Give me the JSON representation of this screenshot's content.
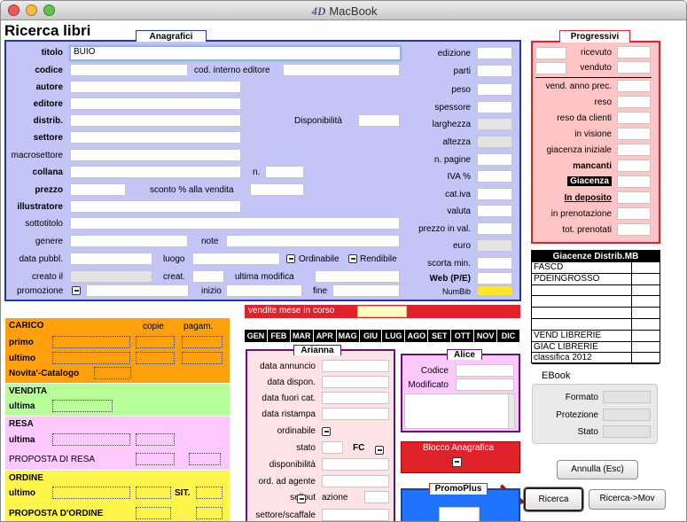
{
  "window": {
    "title": "MacBook",
    "logo": "4D"
  },
  "page": {
    "title": "Ricerca libri"
  },
  "anagrafici": {
    "title": "Anagrafici",
    "labels": {
      "titolo": "titolo",
      "codice": "codice",
      "cod_interno": "cod. interno editore",
      "autore": "autore",
      "editore": "editore",
      "distrib": "distrib.",
      "disponibilita": "Disponibilità",
      "settore": "settore",
      "macrosettore": "macrosettore",
      "collana": "collana",
      "n": "n.",
      "prezzo": "prezzo",
      "sconto": "sconto % alla vendita",
      "illustratore": "illustratore",
      "sottotitolo": "sottotitolo",
      "genere": "genere",
      "note": "note",
      "data_pubbl": "data pubbl.",
      "luogo": "luogo",
      "ordinabile": "Ordinabile",
      "rendibile": "Rendibile",
      "creato_il": "creato il",
      "creat": "creat.",
      "ultima_modifica": "ultima modifica",
      "promozione": "promozione",
      "inizio": "inizio",
      "fine": "fine"
    },
    "right_labels": [
      "edizione",
      "parti",
      "peso",
      "spessore",
      "larghezza",
      "altezza",
      "n. pagine",
      "IVA %",
      "cat.iva",
      "valuta",
      "prezzo in val.",
      "euro",
      "scorta min.",
      "Web (P/E)",
      "NumBib"
    ],
    "titolo_value": "BUIO"
  },
  "progressivi": {
    "title": "Progressivi",
    "rows": [
      "ricevuto",
      "venduto",
      "vend. anno prec.",
      "reso",
      "reso da clienti",
      "in visione",
      "giacenza iniziale",
      "mancanti",
      "Giacenza",
      "In deposito",
      "in prenotazione",
      "tot. prenotati"
    ]
  },
  "giacenze": {
    "title": "Giacenze Distrib.MB",
    "rows": [
      "FASCD",
      "PDEINGROSSO",
      "",
      "",
      "",
      "",
      "VEND LIBRERIE",
      "GIAC LIBRERIE",
      "classifica 2012"
    ]
  },
  "vendite": {
    "title": "vendite mese in corso",
    "months": [
      "GEN",
      "FEB",
      "MAR",
      "APR",
      "MAG",
      "GIU",
      "LUG",
      "AGO",
      "SET",
      "OTT",
      "NOV",
      "DIC"
    ]
  },
  "carico": {
    "title": "CARICO",
    "copie": "copie",
    "pagam": "pagam.",
    "primo": "primo",
    "ultimo": "ultimo",
    "novita": "Novita'-Catalogo"
  },
  "vendita": {
    "title": "VENDITA",
    "ultima": "ultima"
  },
  "resa": {
    "title": "RESA",
    "ultima": "ultima",
    "proposta": "PROPOSTA DI RESA"
  },
  "ordine": {
    "title": "ORDINE",
    "ultimo": "ultimo",
    "sit": "SIT.",
    "proposta": "PROPOSTA D'ORDINE"
  },
  "arianna": {
    "title": "Arianna",
    "rows": [
      "data annuncio",
      "data dispon.",
      "data fuori cat.",
      "data ristampa",
      "ordinabile",
      "stato",
      "disponibilità",
      "ord. ad agente",
      "sellout",
      "settore/scaffale"
    ],
    "fc": "FC",
    "azione": "azione"
  },
  "alice": {
    "title": "Alice",
    "codice": "Codice",
    "modificato": "Modificato"
  },
  "blocco": {
    "title": "Blocco Anagrafica"
  },
  "promoplus": {
    "title": "PromoPlus"
  },
  "ebook": {
    "title": "EBook",
    "rows": [
      "Formato",
      "Protezione",
      "Stato"
    ]
  },
  "buttons": {
    "annulla": "Annulla (Esc)",
    "ricerca": "Ricerca",
    "ricerca_mov": "Ricerca->Mov"
  },
  "colors": {
    "blue_panel": "#c3c5f7",
    "blue_border": "#2435b0",
    "red_panel": "#ffc5c5",
    "red_border": "#e0232a",
    "orange": "#ffa00c",
    "green": "#b8ff9a",
    "pink": "#ffc8ff",
    "yellow": "#fff54a",
    "arianna_bg": "#fde3e6",
    "arianna_border": "#6b0f76"
  }
}
